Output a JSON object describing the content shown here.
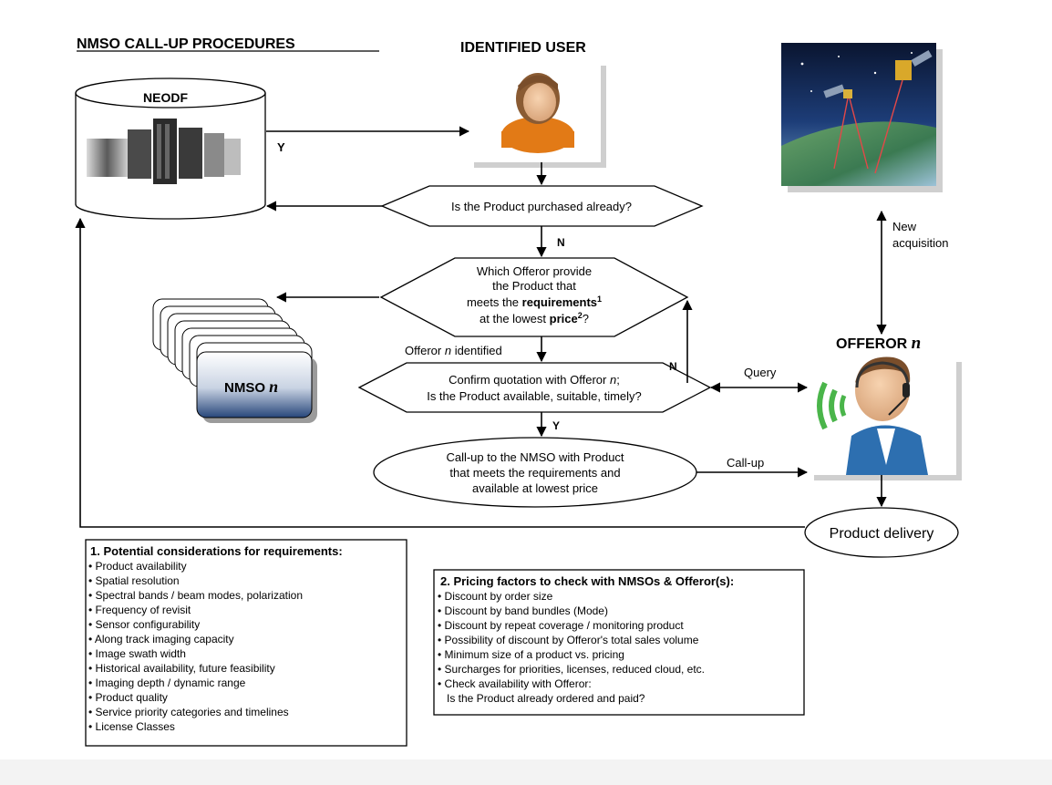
{
  "title": "NMSO CALL-UP PROCEDURES",
  "identified_user": "IDENTIFIED USER",
  "neodf": "NEODF",
  "labels": {
    "y_top": "Y",
    "n_first": "N",
    "offeror_identified_pre": "Offeror ",
    "offeror_identified_n": "n",
    "offeror_identified_post": " identified",
    "n_loop": "N",
    "y_confirm": "Y",
    "new_acq_line1": "New",
    "new_acq_line2": "acquisition",
    "query": "Query",
    "callup": "Call-up"
  },
  "offeror": {
    "prefix": "OFFEROR ",
    "n": "n"
  },
  "nmso": {
    "prefix": "NMSO ",
    "n": "n"
  },
  "decisions": {
    "purchased": "Is the Product purchased already?",
    "which_l1": "Which Offeror provide",
    "which_l2": "the Product that",
    "which_l3_a": "meets the ",
    "which_l3_b": "requirements",
    "which_l3_sup": "1",
    "which_l4_a": "at the lowest ",
    "which_l4_b": "price",
    "which_l4_sup": "2",
    "which_l4_c": "?",
    "confirm_l1_a": "Confirm quotation with Offeror ",
    "confirm_l1_n": "n",
    "confirm_l1_c": ";",
    "confirm_l2": "Is the Product available, suitable, timely?"
  },
  "callup_ellipse": [
    "Call-up to the NMSO with Product",
    "that meets the requirements and",
    "available at lowest price"
  ],
  "product_delivery": "Product delivery",
  "box1": {
    "heading": "1.  Potential considerations for requirements:",
    "items": [
      "• Product availability",
      "• Spatial resolution",
      "• Spectral bands / beam modes, polarization",
      "• Frequency of revisit",
      "• Sensor configurability",
      "• Along track imaging capacity",
      "• Image swath width",
      "• Historical availability, future feasibility",
      "• Imaging depth / dynamic range",
      "• Product quality",
      "• Service priority categories  and timelines",
      "• License Classes"
    ]
  },
  "box2": {
    "heading": "2. Pricing factors to check with NMSOs & Offeror(s):",
    "items": [
      "• Discount by order size",
      "• Discount by band bundles (Mode)",
      "• Discount by repeat coverage / monitoring product",
      "• Possibility of discount by Offeror's total sales volume",
      "• Minimum size of a product vs. pricing",
      "• Surcharges for priorities, licenses, reduced cloud, etc.",
      "• Check availability with Offeror:",
      "   Is the Product already ordered and paid?"
    ]
  }
}
